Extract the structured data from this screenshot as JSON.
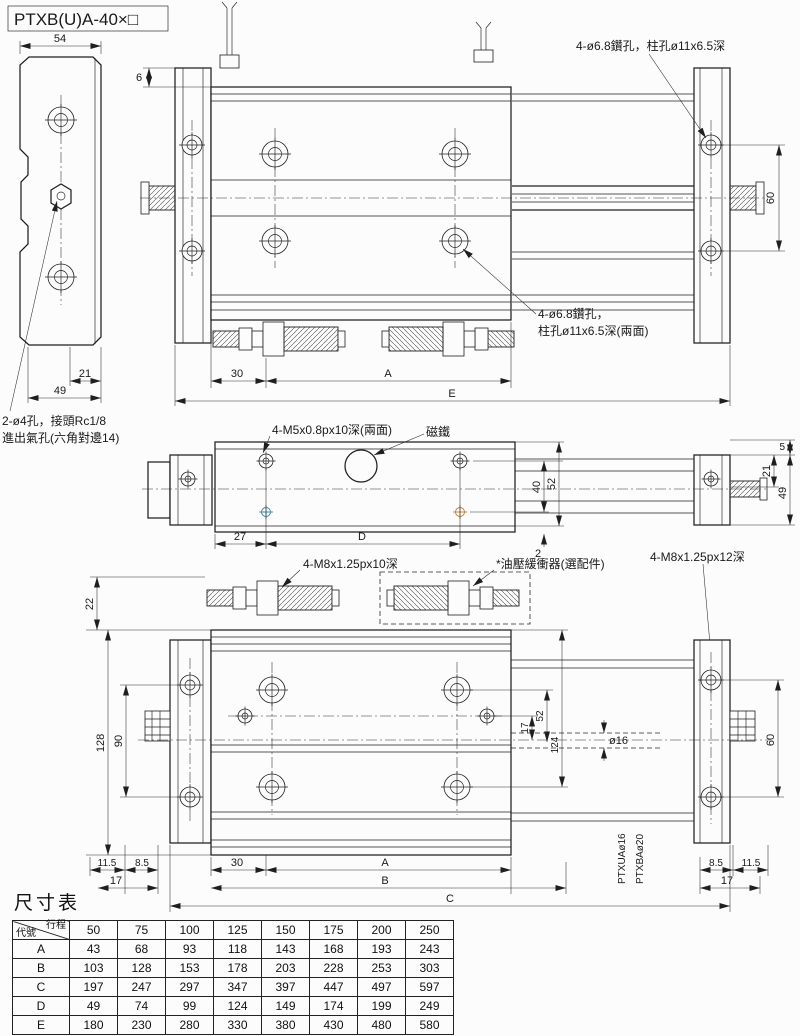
{
  "title": "PTXB(U)A-40×□",
  "side_view": {
    "dim_width": "54",
    "dim_21": "21",
    "dim_49": "49",
    "note_line1": "2-ø4孔，接頭Rc1/8",
    "note_line2": "進出氣孔(六角對邊14)"
  },
  "top_view": {
    "dim_6": "6",
    "dim_60": "60",
    "dim_30": "30",
    "dim_A": "A",
    "dim_E": "E",
    "note_drill": "4-ø6.8鑽孔，柱孔ø11x6.5深",
    "note_drill2_line1": "4-ø6.8鑽孔，",
    "note_drill2_line2": "柱孔ø11x6.5深(兩面)"
  },
  "mid_view": {
    "note_m5": "4-M5x0.8px10深(兩面)",
    "note_magnet": "磁鐵",
    "dim_27": "27",
    "dim_D": "D",
    "dim_40": "40",
    "dim_52": "52",
    "dim_2": "2",
    "dim_5": "5",
    "dim_21": "21",
    "dim_49": "49"
  },
  "bottom_view": {
    "note_m8_10": "4-M8x1.25px10深",
    "note_buffer": "*油壓緩衝器(選配件)",
    "note_m8_12": "4-M8x1.25px12深",
    "dim_22": "22",
    "dim_128": "128",
    "dim_90": "90",
    "dim_11_5_left": "11.5",
    "dim_8_5_left": "8.5",
    "dim_17_left": "17",
    "dim_30": "30",
    "dim_A": "A",
    "dim_B": "B",
    "dim_C": "C",
    "dim_17_mid": "17",
    "dim_52": "52",
    "dim_124": "124",
    "dim_dia16": "ø16",
    "dim_60": "60",
    "dim_8_5_right": "8.5",
    "dim_11_5_right": "11.5",
    "dim_17_right": "17",
    "model_label_1": "PTXUAø16",
    "model_label_2": "PTXBAø20"
  },
  "table": {
    "title": "尺寸表",
    "corner_top": "行程",
    "corner_bottom": "代號",
    "stroke_cols": [
      "50",
      "75",
      "100",
      "125",
      "150",
      "175",
      "200",
      "250"
    ],
    "rows": [
      {
        "code": "A",
        "values": [
          "43",
          "68",
          "93",
          "118",
          "143",
          "168",
          "193",
          "243"
        ]
      },
      {
        "code": "B",
        "values": [
          "103",
          "128",
          "153",
          "178",
          "203",
          "228",
          "253",
          "303"
        ]
      },
      {
        "code": "C",
        "values": [
          "197",
          "247",
          "297",
          "347",
          "397",
          "447",
          "497",
          "597"
        ]
      },
      {
        "code": "D",
        "values": [
          "49",
          "74",
          "99",
          "124",
          "149",
          "174",
          "199",
          "249"
        ]
      },
      {
        "code": "E",
        "values": [
          "180",
          "230",
          "280",
          "330",
          "380",
          "430",
          "480",
          "580"
        ]
      }
    ]
  }
}
